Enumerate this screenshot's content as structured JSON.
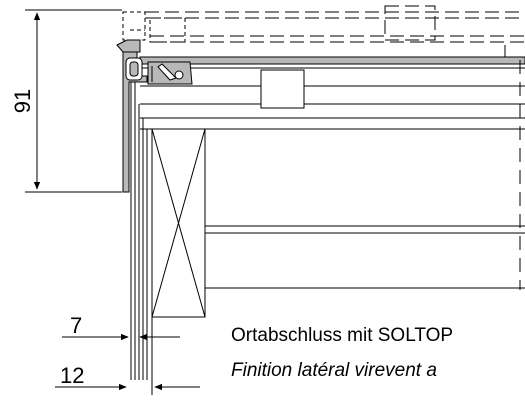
{
  "dimensions": {
    "height_label": "91",
    "width_small_label": "7",
    "width_large_label": "12"
  },
  "caption": {
    "line_de": "Ortabschluss mit SOLTOP",
    "line_fr": "Finition latéral virevent a"
  }
}
